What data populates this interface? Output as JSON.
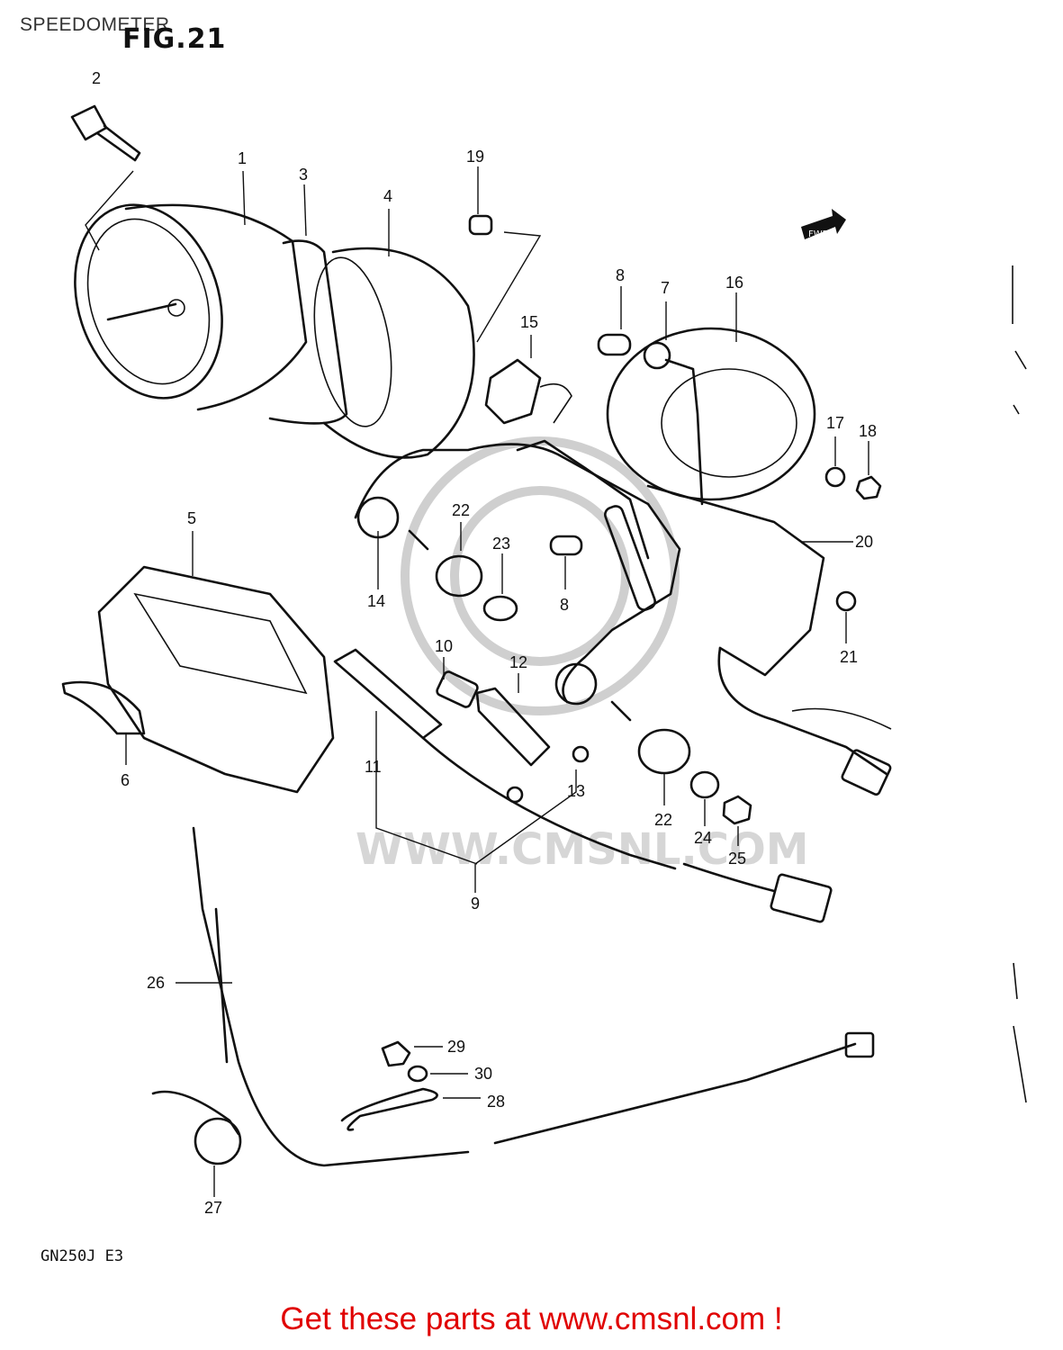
{
  "header": {
    "page_title": "SPEEDOMETER",
    "fig_title": "FIG.21"
  },
  "diagram": {
    "watermark_text": "WWW.CMSNL.COM",
    "fwd_marker": "FWD",
    "model_code": "GN250J E3",
    "callouts": [
      "1",
      "2",
      "3",
      "4",
      "5",
      "6",
      "7",
      "8",
      "8",
      "9",
      "10",
      "11",
      "12",
      "13",
      "14",
      "15",
      "16",
      "17",
      "18",
      "19",
      "20",
      "21",
      "22",
      "22",
      "23",
      "24",
      "25",
      "26",
      "27",
      "28",
      "29",
      "30"
    ]
  },
  "footer": {
    "link_text": "Get these parts at www.cmsnl.com !",
    "link_color": "#e00000"
  }
}
